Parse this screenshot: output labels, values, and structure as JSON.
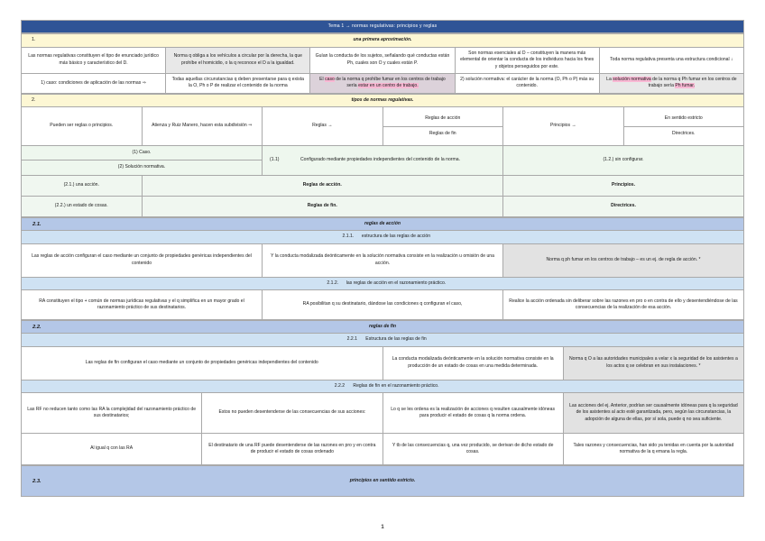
{
  "document": {
    "title": "Tema 1 → normas regulativas: principios y reglas",
    "page_number": "1"
  },
  "section1": {
    "number": "1.",
    "heading": "una primera aproximación.",
    "row1": [
      "Las normas regulativas constituyen el tipo de enunciado jurídico más básico y característico del D.",
      "Norma q obliga a los vehículos a circular por la derecha, la que prohíbe el homicidio, o la q reconoce el D a la igualdad.",
      "Guían la conducta de los sujetos, señalando qué conductas están Ph, cuales son O y cuales están P.",
      "Son normas esenciales al D – constituyen la manera más elemental de orientar la conducta de los individuos hacia los fines y objetos perseguidos por este.",
      "Toda norma regulativa presenta una estructura condicional ↓"
    ],
    "row2": {
      "c1": "1) caso: condiciones de aplicación de las normas ⇒",
      "c2": "Todas aquellas circunstancias q deben presentarse para q exista la O, Ph o P de realizar el contenido de la norma",
      "c3_pre": "El ",
      "c3_hl1": "caso",
      "c3_mid": " de la norma q prohíbe fumar en los centros de trabajo sería ",
      "c3_hl2": "estar en un centro de trabajo.",
      "c4": "2) solución normativa: el carácter de la norma (O, Ph o P) más su contenido.",
      "c5_pre": "La ",
      "c5_hl1": "solución normativa",
      "c5_mid": " de la norma q Ph fumar en los centros de trabajo sería ",
      "c5_hl2": "Ph fumar."
    }
  },
  "section2": {
    "number": "2.",
    "heading": "tipos de normas regulativas.",
    "row1": {
      "c1": "Pueden ser reglas o principios.",
      "c2": "Atienza y Ruiz Manero, hacen esta subdivisión ⇒",
      "c3": "Reglas →",
      "c4a": "Reglas de acción",
      "c4b": "Reglas de fin",
      "c5": "Principios →",
      "c6a": "En sentido estricto",
      "c6b": "Directrices."
    },
    "row2": {
      "c1a": "(1)   Caso.",
      "c1b": "(2)   Solución normativa.",
      "c2_num": "(1.1)",
      "c2_text": "Configurado mediante propiedades independientes del contenido de la norma.",
      "c3": "(1.2.) sin configurar."
    },
    "row3": {
      "c1": "(2.1.) una acción.",
      "c2": "Reglas de acción.",
      "c3": "Principios."
    },
    "row4": {
      "c1": "(2.2.) un estado de cosas.",
      "c2": "Reglas de fin.",
      "c3": "Directrices."
    }
  },
  "section21": {
    "number": "2.1.",
    "heading": "reglas de acción",
    "sub1": {
      "num": "2.1.1.",
      "text": "estructura de las reglas de acción"
    },
    "sub1_row": [
      "Las reglas de acción configuran el caso mediante un conjunto de propiedades genéricas independientes del contenido",
      "Y la conducta modalizada deónticamente en la solución normativa consiste en la realización u omisión de una acción.",
      "Norma q ph fumar en los centros de trabajo – es un ej. de regla de acción. *"
    ],
    "sub2": {
      "num": "2.1.2.",
      "text": "las reglas de acción en el razonamiento práctico."
    },
    "sub2_row": [
      "RA constituyen el tipo + común de normas jurídicas regulativas y el q simplifica en un mayor grado el razonamiento práctico de sus destinatarios.",
      "RA posibilitan q su destinatario, dándose las condiciones q configuran el caso,",
      "Realice la acción ordenada sin deliberar sobre las razones en pro o en contra de ello y desentendiéndose de las consecuencias de la realización de esa acción."
    ]
  },
  "section22": {
    "number": "2.2.",
    "heading": "reglas de fin",
    "sub1": {
      "num": "2.2.1",
      "text": "Estructura de las reglas de fin"
    },
    "sub1_row": [
      "Las reglas de fin configuran el caso mediante un conjunto de propiedades genéricas independientes del contenido",
      "La conducta modalizada deónticamente en la solución normativa consiste en la producción de un estado de cosas en una medida determinada.",
      "Norma q O a las autoridades municipales a velar x la seguridad de los asistentes a los actos q se celebran en sus instalaciones. *"
    ],
    "sub2": {
      "num": "2.2.2",
      "text": "Reglas de fin en el razonamiento práctico."
    },
    "sub2_row1": [
      "Las RF no reducen tanto como las RA la complejidad del razonamiento práctico de sus destinatarios;",
      "Estos no pueden desentenderse de las consecuencias de sus acciones:",
      "Lo q se les ordena es la realización de acciones q resulten causalmente idóneas para producir el estado de cosas q la norma ordena.",
      "Las acciones del ej. Anterior, podrían ser causalmente idóneas para q la seguridad de los asistentes al acto esté garantizada, pero, según las circunstancias, la adopción de alguna de ellas, por sí sola, puede q no sea suficiente."
    ],
    "sub2_row2": [
      "Al igual q con las RA",
      "El destinatario de una RF puede desentenderse de las razones en pro y en contra de producir el estado de cosas ordenado",
      "Y tb de las consecuencias q, una vez producido, se derivan de dicho estado de cosas.",
      "Tales razones y consecuencias, han sido ya tenidas en cuenta por la autoridad normativa de la q emana la regla."
    ]
  },
  "section23": {
    "number": "2.3.",
    "heading": "principios en sentido estricto."
  }
}
